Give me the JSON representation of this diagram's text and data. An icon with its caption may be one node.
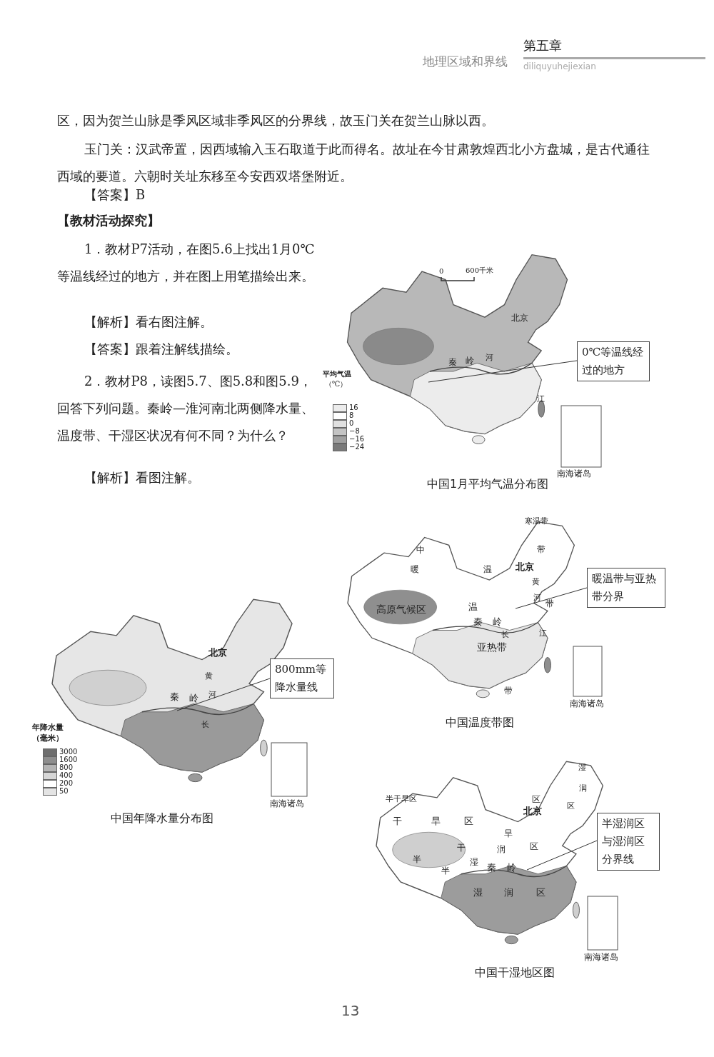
{
  "diagram": {
    "nodes": [
      {
        "text": [
          "0℃等温线经过的地方"
        ]
      },
      {
        "text": [
          "暖温带与亚热带分界"
        ]
      },
      {
        "text": [
          "800mm等降水量线"
        ]
      },
      {
        "text": [
          "半湿润区与湿润区分界线"
        ]
      }
    ],
    "edges": [
      {
        "from": 0,
        "to": null,
        "arrow": "none"
      },
      {
        "from": 1,
        "to": null,
        "arrow": "none"
      },
      {
        "from": 2,
        "to": null,
        "arrow": "none"
      },
      {
        "from": 3,
        "to": null,
        "arrow": "none"
      }
    ],
    "labels": [
      "地理区域和界线",
      "第五章",
      "diliquyuhejiexian",
      "区，因为贺兰山脉是季风区域非季风区的分界线，故玉门关在贺兰山脉以西。",
      "玉门关：汉武帝置，因西域输入玉石取道于此而得名。故址在今甘肃敦煌西北小方盘城，是古代通往西域的要道。六朝时关址东移至今安西双塔堡附近。",
      "【答案】B",
      "【教材活动探究】",
      "1．教材P7活动，在图5.6上找出1月0℃等温线经过的地方，并在图上用笔描绘出来。",
      "【解析】看右图注解。",
      "【答案】跟着注解线描绘。",
      "2．教材P8，读图5.7、图5.8和图5.9，回答下列问题。秦岭—淮河南北两侧降水量、温度带、干湿区状况有何不同？为什么？",
      "【解析】看图注解。",
      "0",
      "600千米",
      "北京",
      "秦",
      "岭",
      "河",
      "平均气温",
      "（℃）",
      "江",
      "南海诸岛",
      "中国1月平均气温分布图",
      "寒温带",
      "中",
      "暖",
      "温",
      "带",
      "北京",
      "黄",
      "河",
      "带",
      "高原气候区",
      "温",
      "秦",
      "岭",
      "长",
      "江",
      "亚热带",
      "带",
      "南海诸岛",
      "中国温度带图",
      "北京",
      "黄",
      "秦",
      "岭",
      "河",
      "年降水量",
      "长",
      "（毫米）",
      "南海诸岛",
      "中国年降水量分布图",
      "半干旱区",
      "干",
      "旱",
      "区",
      "区",
      "北京",
      "湿",
      "润",
      "区",
      "旱",
      "润",
      "区",
      "半",
      "干",
      "半",
      "湿",
      "秦",
      "岭",
      "湿",
      "润",
      "区",
      "南海诸岛",
      "中国干湿地区图",
      "13"
    ],
    "legend": [
      {
        "text": "16",
        "color": "#ececec"
      },
      {
        "text": "8",
        "color": "#ffffff"
      },
      {
        "text": "0",
        "color": "#e0e0e0"
      },
      {
        "text": "−8",
        "color": "#c4c4c4"
      },
      {
        "text": "−16",
        "color": "#a0a0a0"
      },
      {
        "text": "−24",
        "color": "#7a7a7a"
      },
      {
        "text": "3000",
        "color": "#6e6e6e"
      },
      {
        "text": "1600",
        "color": "#8e8e8e"
      },
      {
        "text": "800",
        "color": "#b4b4b4"
      },
      {
        "text": "400",
        "color": "#d6d6d6"
      },
      {
        "text": "200",
        "color": "#ffffff"
      },
      {
        "text": "50",
        "color": "#e4e4e4"
      }
    ]
  }
}
